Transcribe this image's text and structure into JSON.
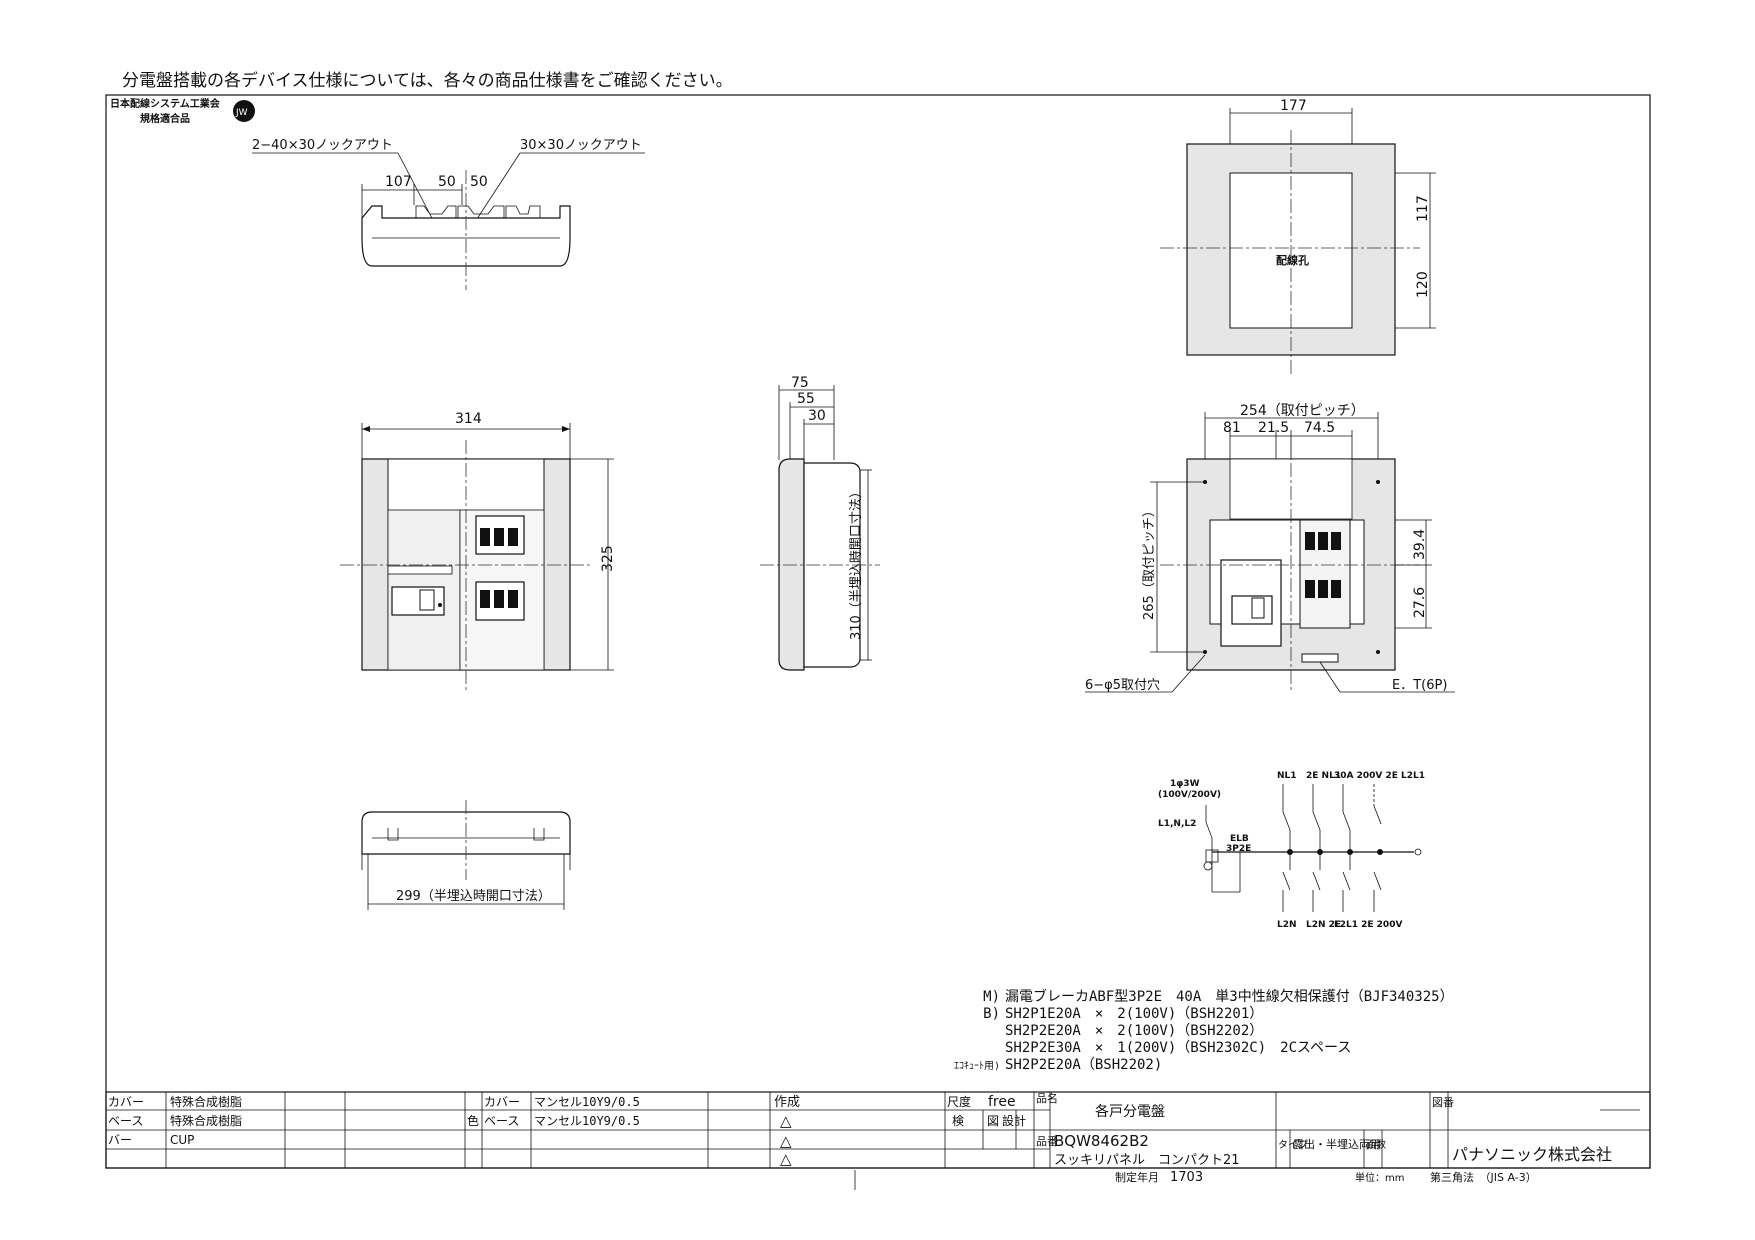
{
  "header_note": "分電盤搭載の各デバイス仕様については、各々の商品仕様書をご確認ください。",
  "jis_badge": {
    "line1": "日本配線システム工業会",
    "line2": "規格適合品",
    "mark": "JW"
  },
  "top_view": {
    "knockout_left": "2−40×30ノックアウト",
    "knockout_right": "30×30ノックアウト",
    "dims": [
      "107",
      "50",
      "50"
    ]
  },
  "front_view": {
    "width": "314",
    "height": "325"
  },
  "side_view": {
    "d1": "75",
    "d2": "55",
    "d3": "30",
    "cutout": "310（半埋込時開口寸法）"
  },
  "bottom_view": {
    "cutout": "299（半埋込時開口寸法）"
  },
  "back_view": {
    "width": "177",
    "h1": "117",
    "h2": "120",
    "hole_label": "配線孔"
  },
  "inner_view": {
    "pitch": "254（取付ピッチ）",
    "d1": "81",
    "d2": "21.5",
    "d3": "74.5",
    "v_pitch": "265（取付ピッチ）",
    "v1": "39.4",
    "v2": "27.6",
    "mount_holes": "6−φ5取付穴",
    "et": "E．T(6P)"
  },
  "circuit": {
    "supply": "1φ3W",
    "supply_v": "(100V/200V)",
    "input": "L1,N,L2",
    "elb1": "ELB",
    "elb2": "3P2E",
    "top_labels": [
      "NL1",
      "2E NL1",
      "30A 200V 2E L2L1"
    ],
    "bottom_labels": [
      "L2N",
      "L2N 2E",
      "L2L1 2E 200V"
    ]
  },
  "spec_lines": [
    {
      "prefix": "M)",
      "text": "漏電ブレーカABF型3P2E　40A　単3中性線欠相保護付（BJF340325）"
    },
    {
      "prefix": "B)",
      "text": "SH2P1E20A　×　2(100V)（BSH2201）"
    },
    {
      "prefix": "",
      "text": "SH2P2E20A　×　2(100V)（BSH2202）"
    },
    {
      "prefix": "",
      "text": "SH2P2E30A　×　1(200V)（BSH2302C)　2Cスペース"
    },
    {
      "prefix": "ｴｺｷｭｰﾄ用)",
      "text": "SH2P2E20A（BSH2202)"
    }
  ],
  "title_block": {
    "materials": [
      {
        "part": "カバー",
        "material": "特殊合成樹脂"
      },
      {
        "part": "ベース",
        "material": "特殊合成樹脂"
      },
      {
        "part": "バー",
        "material": "CUP"
      }
    ],
    "color_label": "色",
    "colors": [
      {
        "part": "カバー",
        "value": "マンセル10Y9/0.5"
      },
      {
        "part": "ベース",
        "value": "マンセル10Y9/0.5"
      }
    ],
    "made_label": "作成",
    "tri": "△",
    "scale_label": "尺度",
    "scale_value": "free",
    "check": "検",
    "drawing": "図",
    "design": "設計",
    "hinmei": "品名",
    "hinban": "品番",
    "product_name": "各戸分電盤",
    "model": "BQW8462B2",
    "series": "スッキリパネル　コンパクト21",
    "type_label": "タイプ",
    "type_value": "露出・半埋込両用",
    "face_label": "面数",
    "zuban_label": "図番",
    "company": "パナソニック株式会社",
    "established_label": "制定年月",
    "established_value": "1703",
    "unit": "単位：mm",
    "projection": "第三角法　（JIS A-3）"
  }
}
